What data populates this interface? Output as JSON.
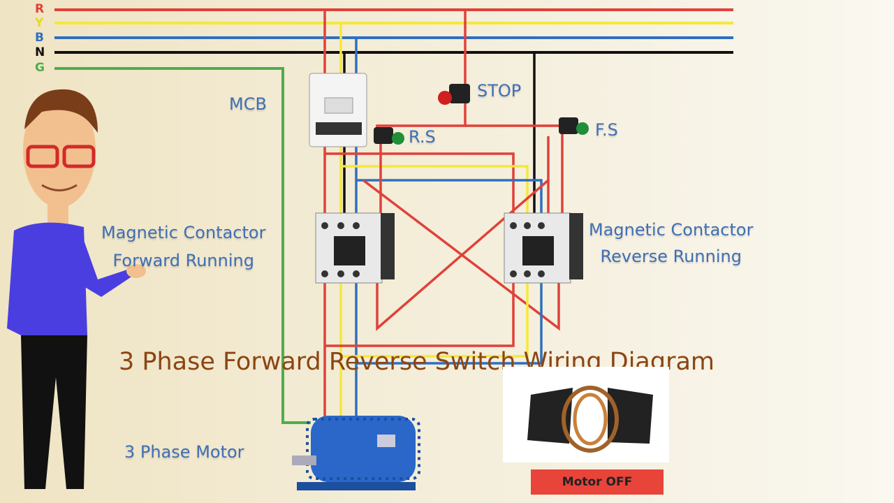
{
  "phases": [
    {
      "label": "R",
      "color": "#e0413a"
    },
    {
      "label": "Y",
      "color": "#f5e83a"
    },
    {
      "label": "B",
      "color": "#2f6fc0"
    },
    {
      "label": "N",
      "color": "#111111"
    },
    {
      "label": "G",
      "color": "#4cae4c"
    }
  ],
  "labels": {
    "mcb": "MCB",
    "stop": "STOP",
    "rs": "R.S",
    "fs": "F.S",
    "forward_line1": "Magnetic Contactor",
    "forward_line2": "Forward Running",
    "reverse_line1": "Magnetic Contactor",
    "reverse_line2": "Reverse Running",
    "motor": "3 Phase Motor"
  },
  "title": "3 Phase Forward Reverse Switch Wiring Diagram",
  "status": "Motor OFF"
}
